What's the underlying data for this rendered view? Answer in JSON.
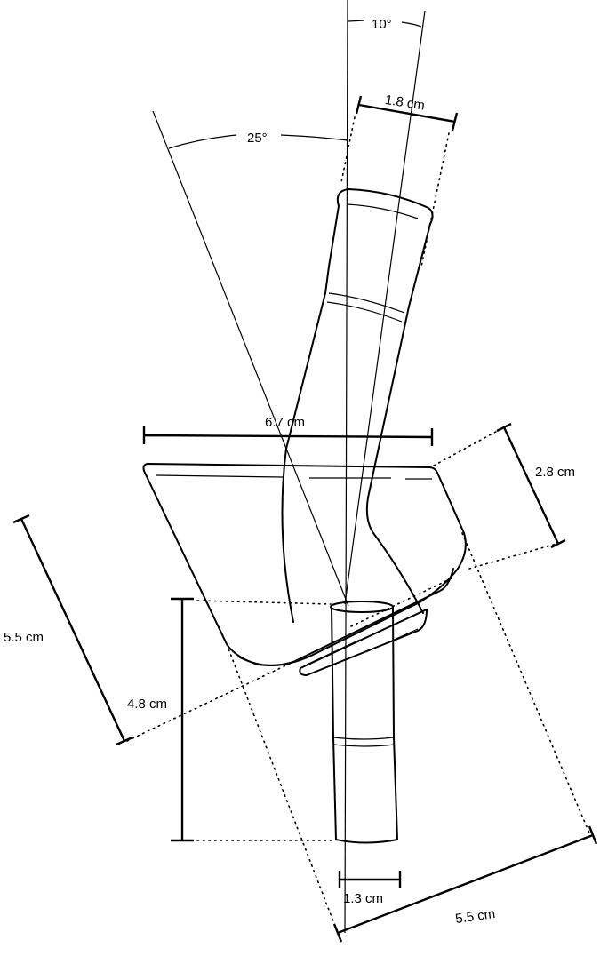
{
  "labels": {
    "angle_small": "10°",
    "angle_large": "25°",
    "joint_width": "1.8 cm",
    "bath_width": "6.7 cm",
    "bath_depth": "2.8 cm",
    "side_length": "5.5 cm",
    "outlet_height": "4.8 cm",
    "outlet_width": "1.3 cm",
    "bottom_length": "5.5 cm"
  }
}
